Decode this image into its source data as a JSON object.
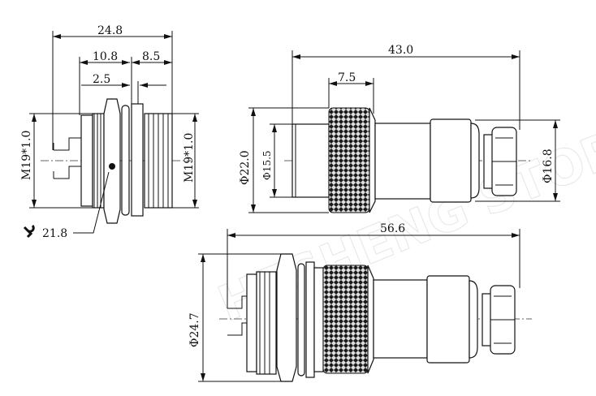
{
  "title": "Connector dimension drawing",
  "watermark": "HESHENG STORE",
  "panel_mount": {
    "overall_length": "24.8",
    "segment_left": "10.8",
    "segment_right": "8.5",
    "segment_small": "2.5",
    "thread_left": "M19*1.0",
    "thread_right": "M19*1.0",
    "wrench_size": "21.8",
    "wrench_icon": "wrench-icon"
  },
  "cable_plug": {
    "overall_length": "43.0",
    "knurl_width": "7.5",
    "outer_diameter": "Φ22.0",
    "inner_diameter": "Φ15.5",
    "tail_diameter": "Φ16.8"
  },
  "assembly": {
    "overall_length": "56.6",
    "max_diameter": "Φ24.7"
  }
}
